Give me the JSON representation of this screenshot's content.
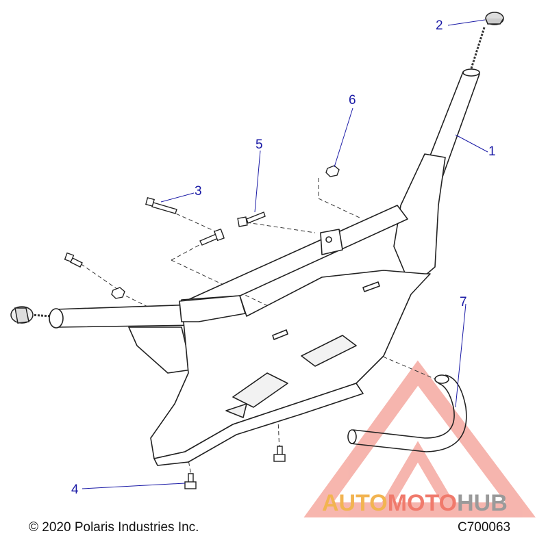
{
  "callouts": {
    "c1": "1",
    "c2": "2",
    "c3": "3",
    "c4": "4",
    "c5": "5",
    "c6": "6",
    "c7": "7"
  },
  "footer": {
    "copyright": "© 2020 Polaris Industries Inc.",
    "figure_number": "C700063"
  },
  "watermark": {
    "part1": "AUTO",
    "part2": "MOTO",
    "part3": "HUB",
    "colors": {
      "auto": "#f2b451",
      "moto": "#f07a6c",
      "hub": "#9a9a9a",
      "triangle": "#f07a6c"
    }
  },
  "colors": {
    "callout": "#1a1aa6",
    "line": "#333333"
  }
}
